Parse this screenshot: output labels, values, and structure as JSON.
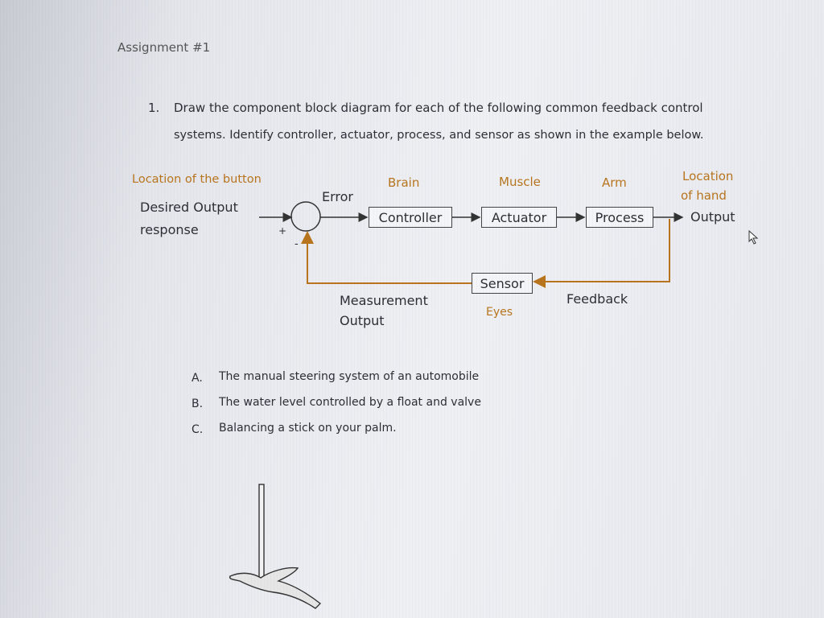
{
  "header": {
    "title": "Assignment #1"
  },
  "question": {
    "number": "1.",
    "line1": "Draw the component block diagram for each of the following common feedback control",
    "line2": "systems. Identify controller, actuator, process, and sensor as shown in the example below."
  },
  "diagram": {
    "annotations": {
      "button": "Location of the button",
      "brain": "Brain",
      "muscle": "Muscle",
      "arm": "Arm",
      "hand_line1": "Location",
      "hand_line2": "of hand",
      "eyes": "Eyes"
    },
    "input_line1": "Desired Output",
    "input_line2": "response",
    "error": "Error",
    "plus": "+",
    "minus": "-",
    "controller": "Controller",
    "actuator": "Actuator",
    "process": "Process",
    "output": "Output",
    "sensor": "Sensor",
    "measurement_line1": "Measurement",
    "measurement_line2": "Output",
    "feedback": "Feedback",
    "colors": {
      "annotation": "#b8751e",
      "feedback_line": "#b8751e",
      "lines": "#333333"
    }
  },
  "tasks": [
    {
      "letter": "A.",
      "text": "The manual steering system of an automobile"
    },
    {
      "letter": "B.",
      "text": "The water level controlled by a float and valve"
    },
    {
      "letter": "C.",
      "text": "Balancing a stick on your palm."
    }
  ],
  "icons": {
    "cursor": "mouse-pointer-icon",
    "illustration": "hand-balancing-stick-icon"
  }
}
